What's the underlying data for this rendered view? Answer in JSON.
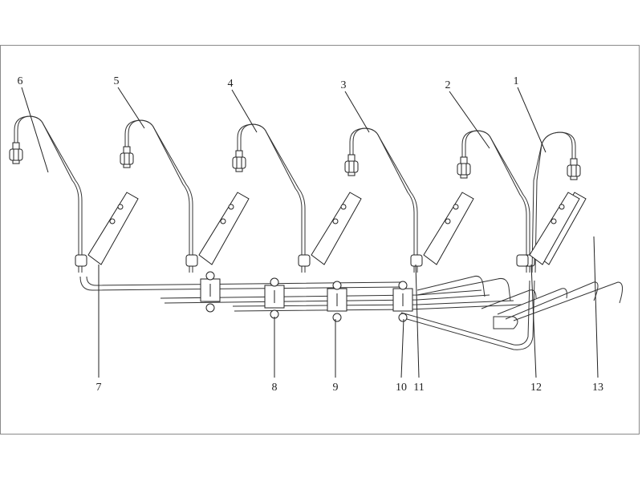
{
  "diagram": {
    "type": "fuel injection pipe assembly drawing",
    "callouts": {
      "top": [
        "1",
        "2",
        "3",
        "4",
        "5",
        "6"
      ],
      "bottom": [
        "7",
        "8",
        "9",
        "10",
        "11",
        "12",
        "13"
      ]
    }
  }
}
